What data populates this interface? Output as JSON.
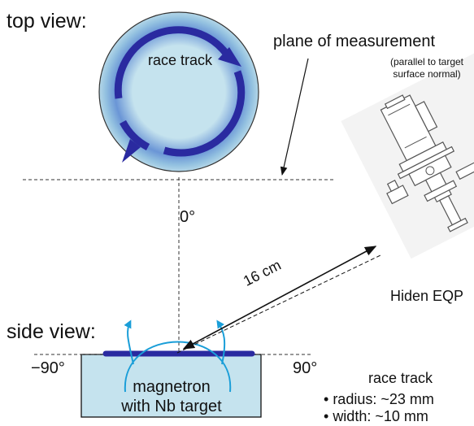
{
  "top_view": {
    "heading": "top view:",
    "race_track_label": "race track",
    "angle_zero": "0°"
  },
  "measurement_plane": {
    "title": "plane of measurement",
    "note_line1": "(parallel to target",
    "note_line2": "surface normal)"
  },
  "side_view": {
    "heading": "side view:",
    "angle_left": "−90°",
    "angle_right": "90°",
    "magnetron_line1": "magnetron",
    "magnetron_line2": "with Nb target"
  },
  "distance_label": "16 cm",
  "instrument_label": "Hiden EQP",
  "race_track_specs": {
    "title": "race track",
    "radius": "radius: ~23 mm",
    "width": "width: ~10 mm"
  },
  "colors": {
    "target_fill_inner": "#c5e3ee",
    "target_fill_outer": "#5b8fd0",
    "race_track": "#2a2aa0",
    "magnetron_box": "#c5e3ee",
    "field_lines": "#1a9ed8",
    "spectrometer": "#555555"
  }
}
